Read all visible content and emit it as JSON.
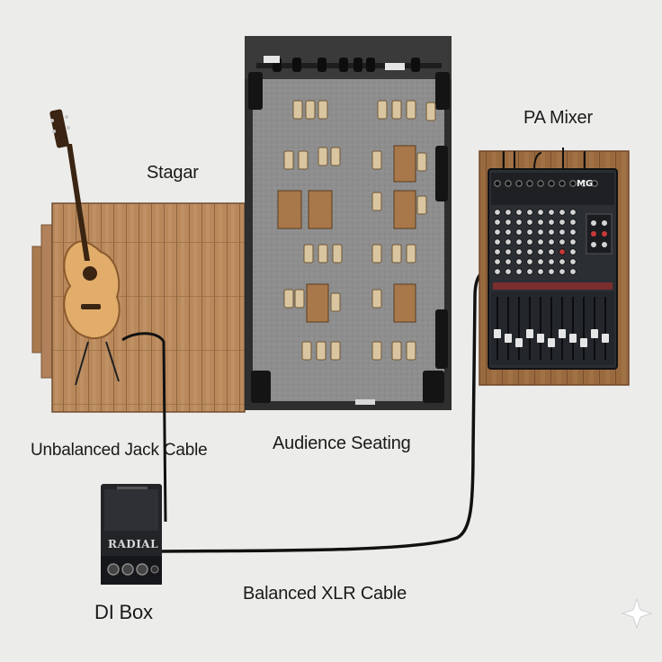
{
  "labels": {
    "stage": "Stagar",
    "audience": "Audience Seating",
    "pa_mixer": "PA Mixer",
    "jack_cable": "Unbalanced Jack Cable",
    "di_box": "DI Box",
    "xlr_cable": "Balanced XLR Cable"
  },
  "devices": {
    "di_brand": "RADIAL",
    "mixer_brand": "MG"
  },
  "colors": {
    "background": "#ececea",
    "stage_floor": "#b8875a",
    "hall_floor": "#8d8d8d",
    "hall_wall": "#2f2f2f",
    "chair": "#d9c5a0",
    "table": "#a8784a",
    "cable": "#111111",
    "mixer_body": "#2b2e33",
    "mixer_board": "#9a6a3f"
  },
  "icons": [
    "guitar-icon",
    "spotlight-icon",
    "speaker-icon",
    "di-box-icon",
    "mixer-icon",
    "sparkle-icon"
  ]
}
